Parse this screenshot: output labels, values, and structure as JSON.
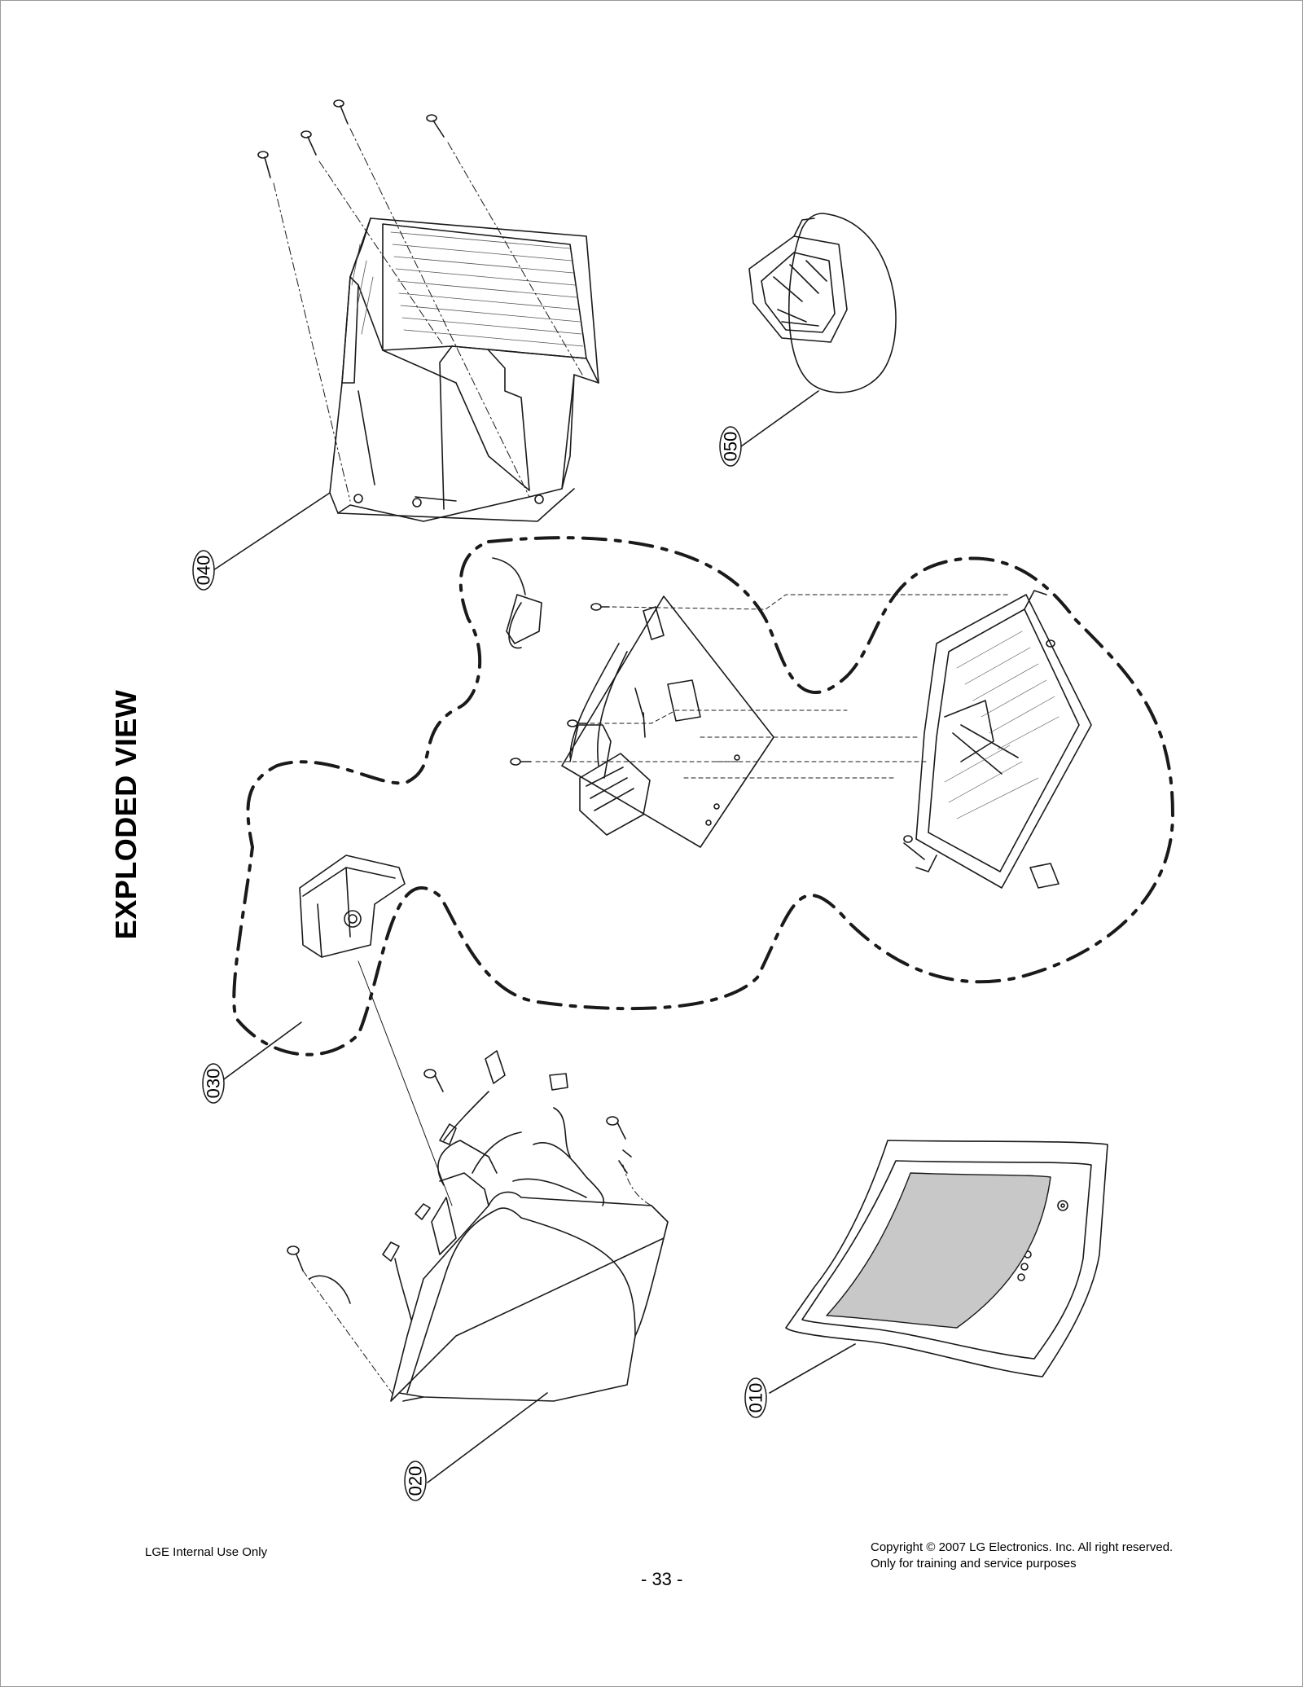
{
  "title": "EXPLODED VIEW",
  "parts": [
    {
      "id": "010",
      "label": "010"
    },
    {
      "id": "020",
      "label": "020"
    },
    {
      "id": "030",
      "label": "030"
    },
    {
      "id": "040",
      "label": "040"
    },
    {
      "id": "050",
      "label": "050"
    }
  ],
  "footer": {
    "left": "LGE Internal Use Only",
    "right_line1": "Copyright © 2007 LG Electronics. Inc.  All right reserved.",
    "right_line2": "Only for training and service purposes",
    "page_number": "- 33 -"
  },
  "colors": {
    "line": "#1a1a1a",
    "screen_fill": "#c8c8c8",
    "border": "#9a9a9a"
  }
}
